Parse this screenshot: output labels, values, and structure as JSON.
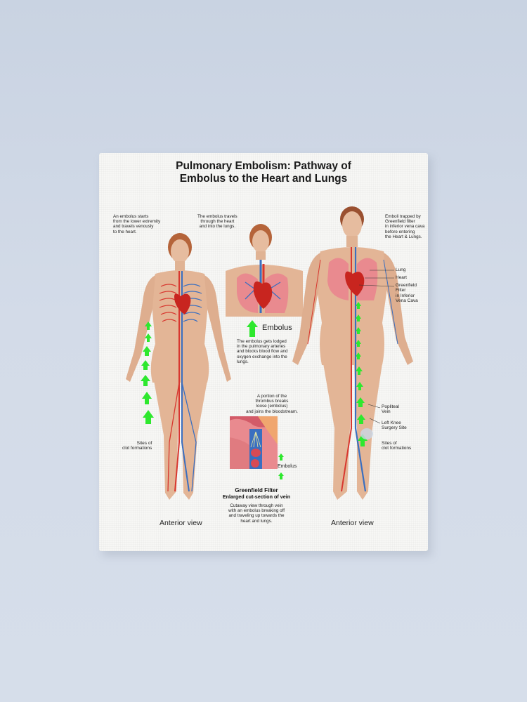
{
  "poster": {
    "title_line1": "Pulmonary Embolism:  Pathway of",
    "title_line2": "Embolus to the Heart and Lungs",
    "notes": {
      "left_top": "An embolus starts\nfrom the lower extremity\nand travels venously\nto the heart.",
      "center_top": "The embolus travels\nthrough the heart\nand into the lungs.",
      "right_top": "Emboli trapped by\nGreenfield filter\nin inferior vena cava\nbefore entering\nthe Heart & Lungs.",
      "embolus_label": "Embolus",
      "embolus_desc": "The embolus gets lodged\nin the pulmonary arteries\nand blocks blood flow and\noxygen exchange into the\nlungs.",
      "thrombus_desc": "A portion of the\nthrombus breaks\nloose (embolus)\nand joins the bloodstream.",
      "inset_embolus_label": "Embolus",
      "filter_title": "Greenfield Filter",
      "filter_subtitle": "Enlarged cut-section of vein",
      "filter_desc": "Cutaway view through vein\nwith an embolus breaking off\nand traveling up towards the\nheart and lungs.",
      "left_sites": "Sites of\nclot formations",
      "right_sites": "Sites of\nclot formations"
    },
    "right_labels": {
      "lung": "Lung",
      "heart": "Heart",
      "filter": "Greenfield Filter\nin Inferior\nVena Cava",
      "popliteal": "Popliteal\nVein",
      "knee": "Left Knee\nSurgery Site"
    },
    "views": {
      "left": "Anterior view",
      "right": "Anterior view"
    },
    "colors": {
      "wall": "#cfd8e6",
      "canvas": "#f7f7f5",
      "skin": "#e3b596",
      "artery": "#d8372f",
      "vein": "#3a6fc0",
      "arrow": "#2ee82e",
      "heart": "#c8251f"
    }
  }
}
